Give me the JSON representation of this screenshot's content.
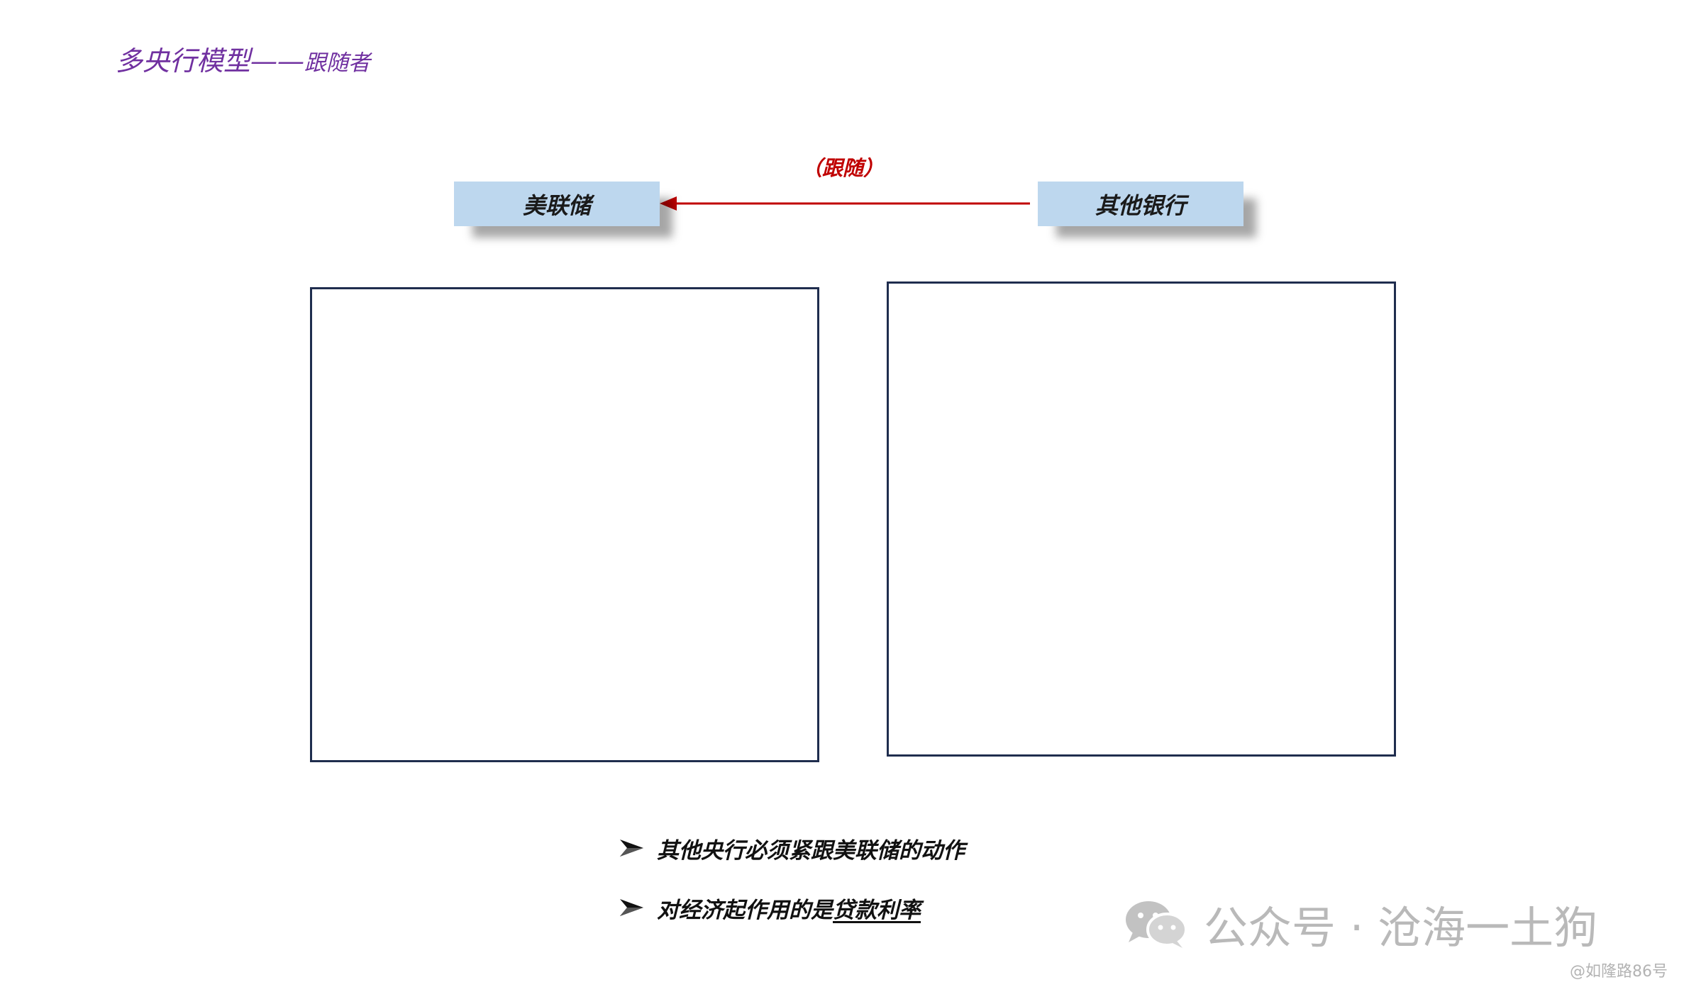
{
  "title": {
    "main": "多央行模型——",
    "sub": "跟随者"
  },
  "diagram": {
    "nodes": [
      {
        "id": "fed",
        "label": "美联储"
      },
      {
        "id": "other_banks",
        "label": "其他银行"
      }
    ],
    "edge": {
      "from": "other_banks",
      "to": "fed",
      "label": "（跟随）"
    }
  },
  "bullets": [
    {
      "text": "其他央行必须紧跟美联储的动作",
      "emphasis": ""
    },
    {
      "text": "对经济起作用的是",
      "emphasis": "贷款利率"
    }
  ],
  "watermark": {
    "icon": "wechat-icon",
    "text": "公众号 · 沧海一土狗",
    "handle": "@如隆路86号"
  },
  "colors": {
    "title": "#7030a0",
    "node_fill": "#bdd7ee",
    "edge": "#c00000",
    "panel_border": "#1f2d4e"
  }
}
